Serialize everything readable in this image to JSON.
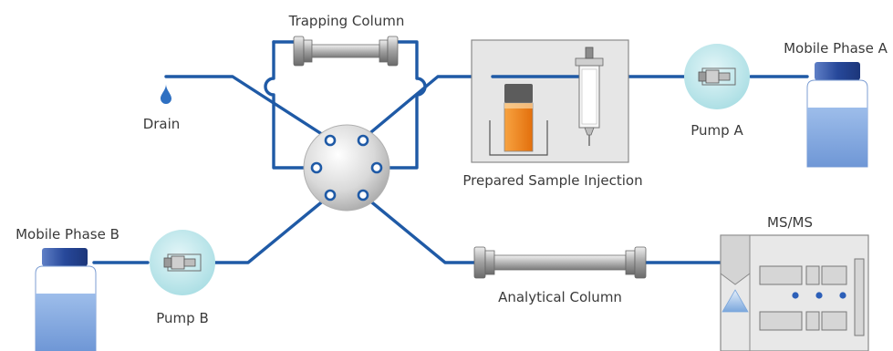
{
  "labels": {
    "trapping_column": "Trapping Column",
    "drain": "Drain",
    "prepared_sample_injection": "Prepared Sample Injection",
    "pump_a": "Pump A",
    "mobile_phase_a": "Mobile Phase A",
    "mobile_phase_b": "Mobile Phase B",
    "pump_b": "Pump B",
    "analytical_column": "Analytical Column",
    "msms": "MS/MS"
  },
  "colors": {
    "tubing": "#1f5aa6",
    "bottle_liquid": "#7fa8e0",
    "bottle_cap": "#2c4f9e",
    "pump_circle": "#b9e6ea",
    "sample_liquid": "#f28a1e",
    "panel": "#e6e6e6"
  }
}
